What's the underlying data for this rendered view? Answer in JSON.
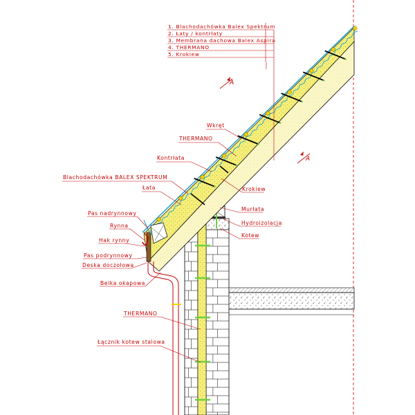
{
  "legend": [
    "1. Blachodachówka Balex Spektrum",
    "2. Łaty / kontrłaty",
    "3. Membrana dachowa Balex Aspira",
    "4. THERMANO",
    "5. Krokiew"
  ],
  "labels": {
    "wkret": "Wkręt",
    "thermano_roof": "THERMANO",
    "kontrlata": "Kontrłata",
    "blacho": "Blachodachówka BALEX SPEKTRUM",
    "lata": "Łata",
    "krokiew": "Krokiew",
    "murlata": "Murłata",
    "hydro": "Hydroizolacja",
    "kotew": "Kotew",
    "pas_nad": "Pas nadrynnowy",
    "rynna": "Rynna",
    "hak": "Hak rynny",
    "pas_pod": "Pas podrynnowy",
    "deska": "Deska doczołowa",
    "belka": "Belka okapowa",
    "thermano_wall": "THERMANO",
    "lacznik": "Łącznik kotew stalowa"
  },
  "section_marks": [
    "A",
    "A"
  ],
  "colors": {
    "annotation": "#c40000",
    "insulation": "#f5ef7a",
    "rafter": "#fbf6c6",
    "membrane": "#32a8c8",
    "fastener": "#6fd040",
    "outline": "#000000"
  }
}
